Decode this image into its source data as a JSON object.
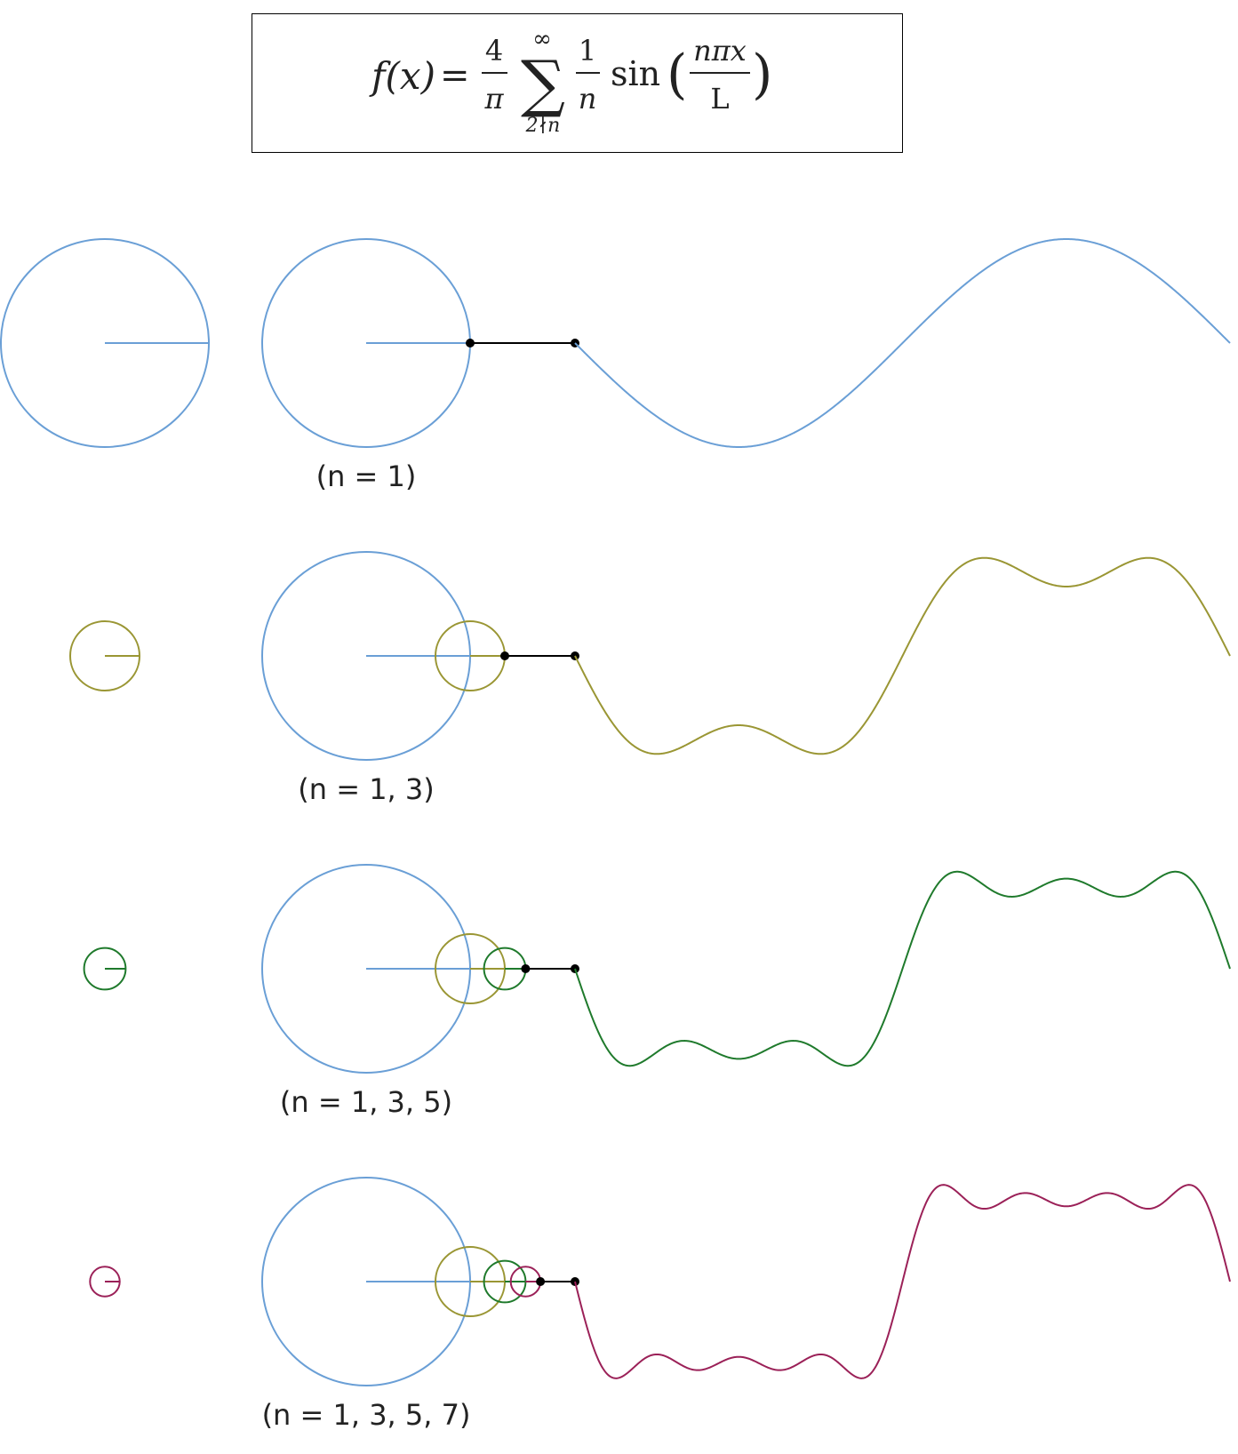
{
  "formula": {
    "lhs": "f(x)",
    "equals": "=",
    "coef_num": "4",
    "coef_den": "π",
    "sum_sign": "∑",
    "sum_upper": "∞",
    "sum_lower": "2∤n",
    "frac_num": "1",
    "frac_den": "n",
    "func": "sin",
    "paren_left": "(",
    "arg_num": "nπx",
    "arg_den": "L",
    "paren_right": ")"
  },
  "colors": {
    "n1": "#6a9fd6",
    "n3": "#9a9634",
    "n5": "#1f7a2c",
    "n7": "#9b2158",
    "connector": "#000000"
  },
  "rows": [
    {
      "label": "(n = 1)",
      "harmonics": [
        1
      ],
      "color_key": "n1"
    },
    {
      "label": "(n = 1, 3)",
      "harmonics": [
        1,
        3
      ],
      "color_key": "n3"
    },
    {
      "label": "(n = 1, 3, 5)",
      "harmonics": [
        1,
        3,
        5
      ],
      "color_key": "n5"
    },
    {
      "label": "(n = 1, 3, 5, 7)",
      "harmonics": [
        1,
        3,
        5,
        7
      ],
      "color_key": "n7"
    }
  ]
}
